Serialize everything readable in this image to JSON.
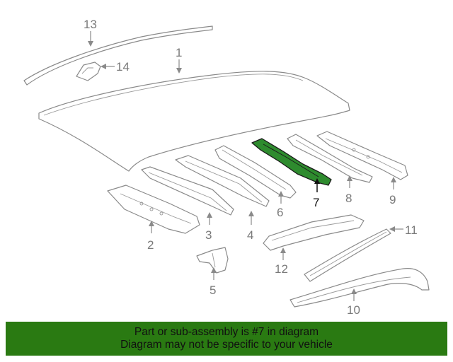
{
  "callouts": {
    "c1": "1",
    "c2": "2",
    "c3": "3",
    "c4": "4",
    "c5": "5",
    "c6": "6",
    "c7": "7",
    "c8": "8",
    "c9": "9",
    "c10": "10",
    "c11": "11",
    "c12": "12",
    "c13": "13",
    "c14": "14"
  },
  "highlight": {
    "part": "7",
    "color": "#2e8b2e"
  },
  "banner": {
    "line1": "Part or sub-assembly is #7 in diagram",
    "line2": "Diagram may not be specific to your vehicle",
    "color": "#2a7a12"
  }
}
